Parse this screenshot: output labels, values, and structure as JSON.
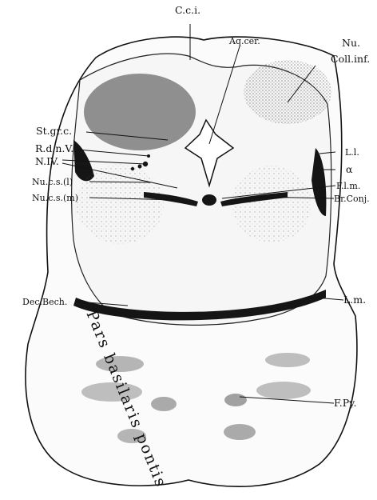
{
  "labels": {
    "cci": "C.c.i.",
    "aqcer": "Aq.cer.",
    "nu_coll_inf_1": "Nu.",
    "nu_coll_inf_2": "Coll.inf.",
    "stgrc": "St.gr.c.",
    "rdnv": "R.d.n.V.",
    "niv": "N.IV.",
    "li": "L.l.",
    "alpha": "α",
    "flm": "F.l.m.",
    "nucsl": "Nu.c.s.(l)",
    "nucsm": "Nu.c.s.(m)",
    "brconj": "Br.Conj.",
    "decbech": "Dec.Bech.",
    "lm": "L.m.",
    "fpy": "F.Py.",
    "pars_basilaris": "Pars basilaris pontis"
  }
}
